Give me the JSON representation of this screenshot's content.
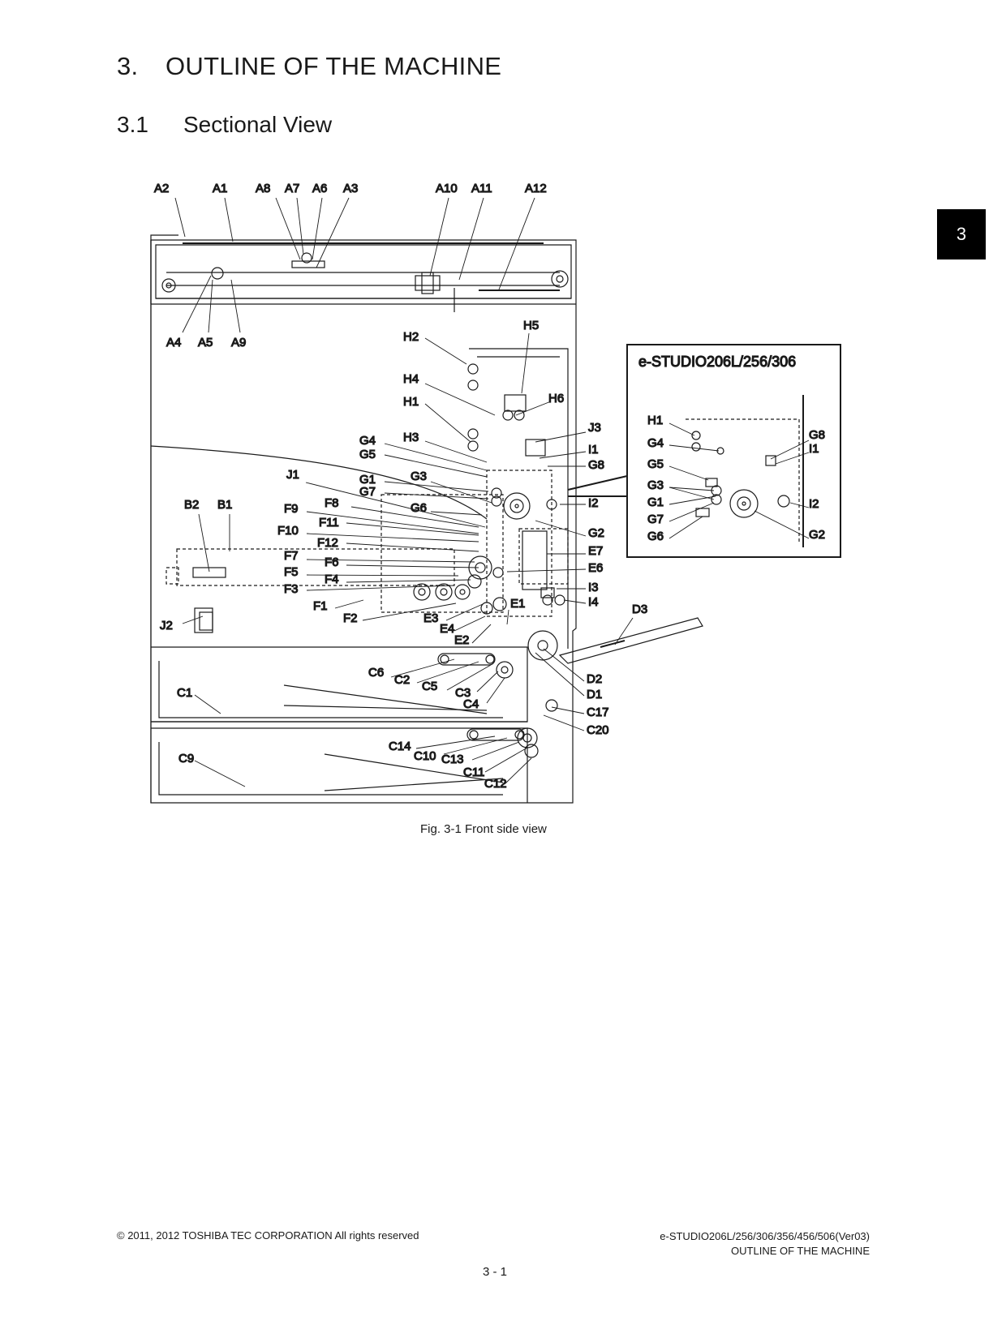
{
  "heading": {
    "number": "3.",
    "title": "OUTLINE OF THE MACHINE"
  },
  "subheading": {
    "number": "3.1",
    "title": "Sectional View"
  },
  "chapter_tab": "3",
  "figure": {
    "inset_title": "e-STUDIO206L/256/306",
    "caption": "Fig. 3-1 Front side view",
    "labels": {
      "A1": "A1",
      "A2": "A2",
      "A3": "A3",
      "A4": "A4",
      "A5": "A5",
      "A6": "A6",
      "A7": "A7",
      "A8": "A8",
      "A9": "A9",
      "A10": "A10",
      "A11": "A11",
      "A12": "A12",
      "B1": "B1",
      "B2": "B2",
      "C1": "C1",
      "C2": "C2",
      "C3": "C3",
      "C4": "C4",
      "C5": "C5",
      "C6": "C6",
      "C9": "C9",
      "C10": "C10",
      "C11": "C11",
      "C12": "C12",
      "C13": "C13",
      "C14": "C14",
      "C17": "C17",
      "C20": "C20",
      "D1": "D1",
      "D2": "D2",
      "D3": "D3",
      "E1": "E1",
      "E2": "E2",
      "E3": "E3",
      "E4": "E4",
      "E6": "E6",
      "E7": "E7",
      "F1": "F1",
      "F2": "F2",
      "F3": "F3",
      "F4": "F4",
      "F5": "F5",
      "F6": "F6",
      "F7": "F7",
      "F8": "F8",
      "F9": "F9",
      "F10": "F10",
      "F11": "F11",
      "F12": "F12",
      "G1": "G1",
      "G2": "G2",
      "G3": "G3",
      "G4": "G4",
      "G5": "G5",
      "G6": "G6",
      "G7": "G7",
      "G8": "G8",
      "H1": "H1",
      "H2": "H2",
      "H3": "H3",
      "H4": "H4",
      "H5": "H5",
      "H6": "H6",
      "I1": "I1",
      "I2": "I2",
      "I3": "I3",
      "I4": "I4",
      "J1": "J1",
      "J2": "J2",
      "J3": "J3"
    }
  },
  "footer": {
    "copyright": "© 2011, 2012 TOSHIBA TEC CORPORATION All rights reserved",
    "model": "e-STUDIO206L/256/306/356/456/506(Ver03)",
    "section": "OUTLINE OF THE MACHINE",
    "page": "3 - 1"
  }
}
